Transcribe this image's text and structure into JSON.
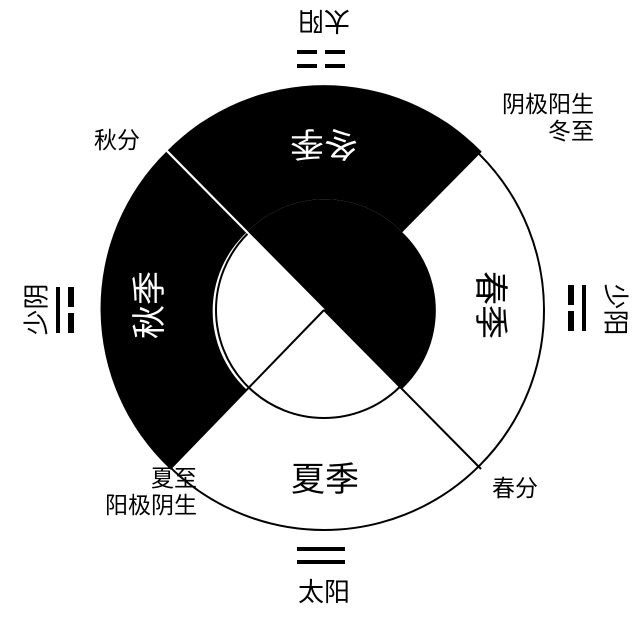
{
  "colors": {
    "ink": "#000000",
    "paper": "#ffffff"
  },
  "seasons": {
    "winter": "冬季",
    "spring": "春季",
    "summer": "夏季",
    "autumn": "秋季"
  },
  "corners": {
    "top_right": [
      "阴极阳生",
      "冬至"
    ],
    "top_left": "秋分",
    "bottom_right": "春分",
    "bottom_left": [
      "夏至",
      "阳极阴生"
    ]
  },
  "directions": {
    "top": "太阳",
    "bottom": "太阳",
    "left": "少阴",
    "right": "少阳"
  },
  "trigram_marks": {
    "top": "broken-broken",
    "bottom": "solid-solid",
    "left": "broken-solid",
    "right": "broken-solid"
  }
}
